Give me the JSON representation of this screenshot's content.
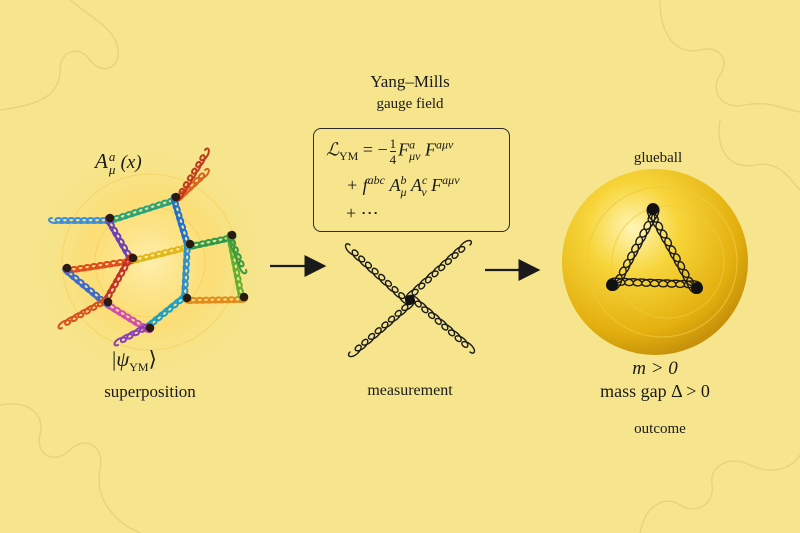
{
  "labels": {
    "top_title_line1": "Yang–Mills",
    "top_title_line2": "gauge field",
    "left_caption": "superposition",
    "middle_caption": "measurement",
    "right_title": "glueball",
    "mass_line": "m > 0",
    "mass_gap_line": "mass gap Δ > 0",
    "outcome_caption": "outcome",
    "field_symbol": "A",
    "field_index_upper": "a",
    "field_index_lower": "μ",
    "field_argument": "(x)",
    "state_symbol": "ψ",
    "state_subscript": "YM"
  },
  "equation": {
    "lhs": "ℒ",
    "lhs_sub": "YM",
    "line1_rest": "= −",
    "frac_num": "1",
    "frac_den": "4",
    "F": "F",
    "F1_sup": "a",
    "F1_sub": "μν",
    "F2_sup": "aμν",
    "line2_plus": "+ f",
    "f_sup": "abc",
    "A1_sup": "b",
    "A1_sub": "μ",
    "A2_sup": "c",
    "A2_sub": "ν",
    "F3_sup": "aμν",
    "line3": "+ ⋯"
  },
  "colors": {
    "background": "#f6e58c",
    "sphere": "#f2c81e",
    "sphere_dark": "#d9a40a",
    "ink": "#1a1a1a",
    "glow": "#ffd25a"
  }
}
